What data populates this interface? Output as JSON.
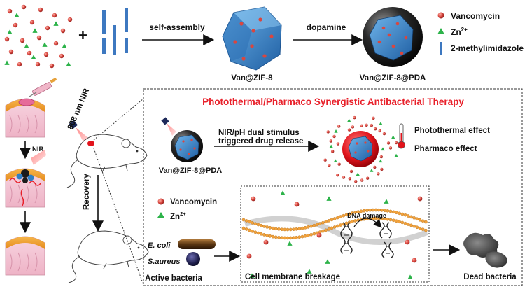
{
  "colors": {
    "title_red": "#e8202a",
    "zif_blue": "#2f7fc4",
    "pda_black": "#1a1a1a",
    "vanco_red": "#d9463f",
    "zn_green": "#2db34a",
    "linker_blue": "#3d78c0",
    "skin_orange": "#f2a23c",
    "skin_pink": "#f3c3d3"
  },
  "top": {
    "arrow1_label": "self-assembly",
    "arrow2_label": "dopamine",
    "product1_label": "Van@ZIF-8",
    "product2_label": "Van@ZIF-8@PDA",
    "plus": "+"
  },
  "legend_top": {
    "vanco": "Vancomycin",
    "zn_base": "Zn",
    "zn_sup": "2+",
    "linker": "2-methylimidazole"
  },
  "left": {
    "nir_step": "NIR",
    "nir_beam": "808 nm NIR",
    "recovery": "Recovery"
  },
  "panel": {
    "title": "Photothermal/Pharmaco Synergistic Antibacterial Therapy",
    "np_label": "Van@ZIF-8@PDA",
    "release_line1": "NIR/pH  dual stimulus",
    "release_line2": "triggered drug release",
    "effect1": "Photothermal effect",
    "effect2": "Pharmaco effect"
  },
  "legend_bottom": {
    "vanco": "Vancomycin",
    "zn_base": "Zn",
    "zn_sup": "2+"
  },
  "bacteria": {
    "ecoli": "E. coli",
    "saureus": "S.aureus",
    "active": "Active bacteria",
    "membrane": "Cell membrane breakage",
    "dna": "DNA damage",
    "dead": "Dead bacteria"
  }
}
